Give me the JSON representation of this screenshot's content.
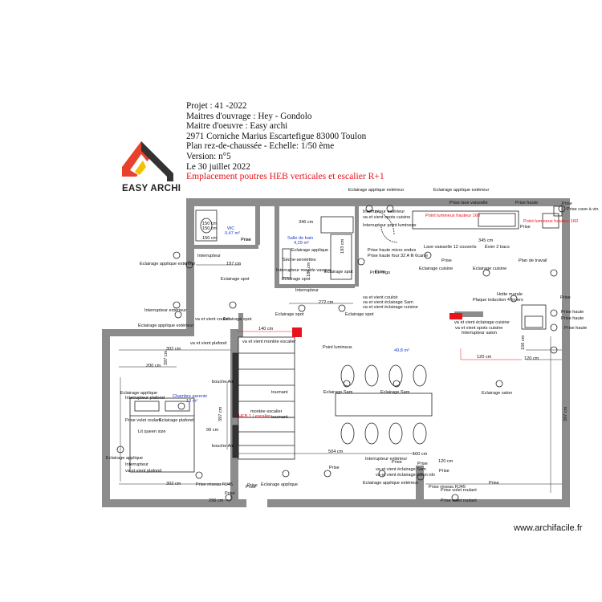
{
  "header": {
    "lines": [
      "Projet : 41 -2022",
      "Maitres d'ouvrage : Hey - Gondolo",
      "Maitre d'oeuvre : Easy archi",
      "2971 Corniche Marius Escartefigue 83000 Toulon",
      "Plan rez-de-chaussée - Echelle: 1/50 ème",
      "Version: n°5",
      "Le 30 juillet 2022"
    ],
    "highlight": "Emplacement poutres HEB verticales et escalier R+1"
  },
  "logo": {
    "text": "EASY ARCHI",
    "colors": {
      "red": "#e8412c",
      "yellow": "#f2c200",
      "dark": "#333333"
    }
  },
  "footer": {
    "watermark": "www.archifacile.fr"
  },
  "colors": {
    "wall": "#8c8c8c",
    "red": "#e8121b",
    "blue": "#1f3fbf",
    "green": "#2a9d2a"
  },
  "labels": {
    "wc": "WC",
    "wc_area": "0,47 m²",
    "sdb": "Salle de bain",
    "sdb_area": "4,29 m²",
    "chambre": "Chambre parents",
    "chambre_area": "13 m²",
    "sejour_area": "49,8 m²",
    "point_lumineux_sejour": "Point lumineux",
    "point_lum_1": "Point lumineux hauteur 160",
    "point_lum_2": "Point lumineux hauteur 160",
    "mesure_poutre_1": "140 cm",
    "mesure_poutre_2": "120 cm",
    "poutre_escalier": "HEB 1 / escalier"
  },
  "plan_texts": [
    "Eclairage applique extérieur",
    "Eclairage applique extérieur",
    "Prise lave vaisselle",
    "Prise haute",
    "Prise cave à vin",
    "va et vient spots cuisine",
    "Interrupteur extérieur",
    "Interrupteur point lumineux",
    "345 cm",
    "Lave vaisselle 12 couverts",
    "Évier 2 bacs",
    "150 cm",
    "150 cm",
    "150 cm",
    "346 cm",
    "Interrupteur",
    "Eclairage applique",
    "Prise haute micro ondes",
    "Prise haute four 32 A fil 6carré",
    "Eclairage cuisine",
    "Eclairage cuisine",
    "Plan de travail",
    "Eclairage applique extérieur",
    "197 cm",
    "Eclairage spot",
    "Eclairage spot",
    "Eclairage spot",
    "Séche-serviettes",
    "Interrupteur meuble vasque",
    "193 cm",
    "186 cm",
    "Prise frigo",
    "Interrupteur",
    "272 cm",
    "va et vient couloir",
    "va et vient éclairage Sam",
    "va et vient éclairage cuisine",
    "Interrupteur extérieur",
    "Eclairage spot",
    "Eclairage spot",
    "Eclairage spot",
    "va et vient couloir",
    "Hotte murale",
    "Plaque induction 4 foyers",
    "Prise haute",
    "Prise haute",
    "Prise haute",
    "Eclairage applique extérieur",
    "va et vient éclairage cuisine",
    "va et vient spots cuisine",
    "Interrupteur salon",
    "va et vient plafond",
    "va et vient montée escalier",
    "302 cm",
    "200 cm",
    "Eclairage applique",
    "Interrupteur plafond",
    "bouche Air",
    "tournant",
    "Eclairage Sam",
    "Eclairage Sam",
    "Eclairage salon",
    "Eclairage plafond",
    "Lit queen size",
    "montée escalier",
    "tournant",
    "99 cm",
    "bouche Air",
    "504 cm",
    "100 cm",
    "Eclairage applique",
    "Interrupteur",
    "va et vient plafond",
    "Interrupteur extérieur",
    "va et vient éclairage Sam",
    "va et vient éclairage salon rdv",
    "302 cm",
    "Prise réseau RJ45",
    "Prise",
    "Eclairage applique",
    "Eclairage applique extérieur",
    "Prise réseau RJ45",
    "Prise",
    "296 cm",
    "Prise volet roulant",
    "Prise volet roulant",
    "Prise volet roulant",
    "397 cm",
    "397 cm",
    "397 cm",
    "156 cm",
    "120 cm",
    "120 cm",
    "Prise",
    "Prise",
    "Prise",
    "Prise",
    "Prise",
    "Prise",
    "Prise",
    "Prise",
    "Prise",
    "Prise",
    "Prise",
    "Prise",
    "Prise"
  ]
}
